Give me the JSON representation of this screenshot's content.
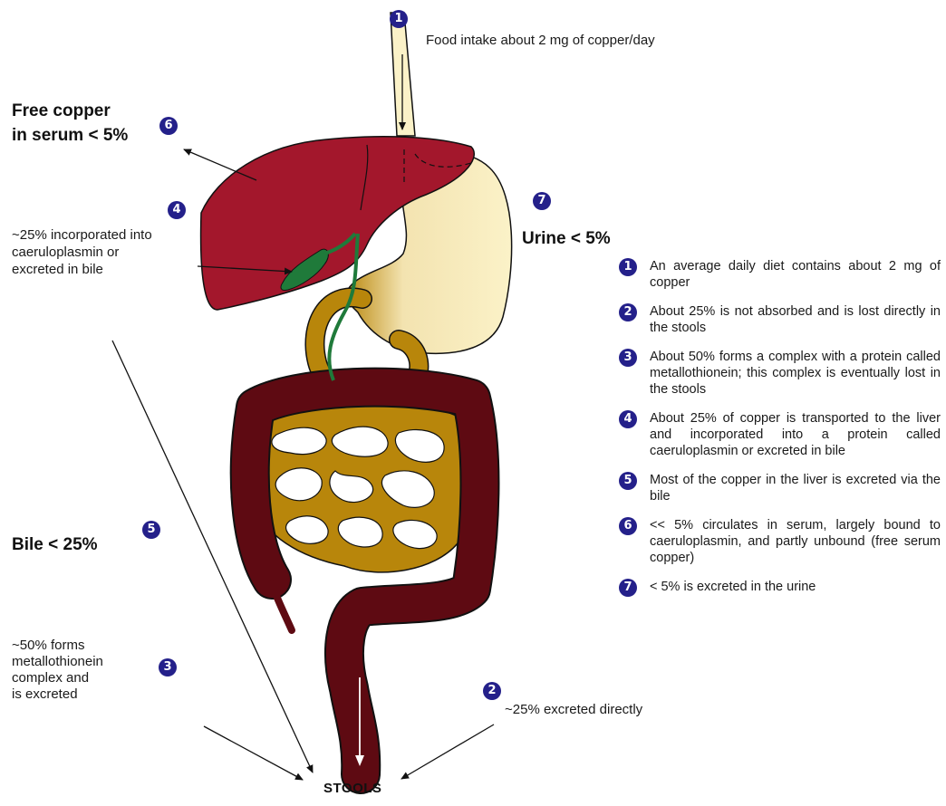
{
  "labels": {
    "food_intake": "Food intake about 2 mg of copper/day",
    "free_copper_line1": "Free copper",
    "free_copper_line2": "in serum < 5%",
    "caerulo_line1": "~25% incorporated into",
    "caerulo_line2": "caeruloplasmin or",
    "caerulo_line3": "excreted in bile",
    "urine": "Urine < 5%",
    "bile": "Bile < 25%",
    "metallo_line1": "~50% forms",
    "metallo_line2": "metallothionein",
    "metallo_line3": "complex and",
    "metallo_line4": "is excreted",
    "excreted_directly": "~25% excreted directly",
    "stools": "STOOLS"
  },
  "badges": {
    "food": "1",
    "free_copper": "6",
    "caerulo": "4",
    "urine": "7",
    "bile": "5",
    "metallo": "3",
    "direct": "2"
  },
  "legend": [
    {
      "num": "1",
      "text": "An average daily diet contains about 2 mg of copper"
    },
    {
      "num": "2",
      "text": "About 25% is not absorbed and is lost directly in the stools"
    },
    {
      "num": "3",
      "text": "About 50% forms a complex with a protein called metallothionein; this complex is eventually lost in the stools"
    },
    {
      "num": "4",
      "text": "About 25% of copper is transported to the liver and incorporated into a protein called caeruloplasmin or excreted in bile"
    },
    {
      "num": "5",
      "text": "Most of the copper in the liver is excreted via the bile"
    },
    {
      "num": "6",
      "text": "<< 5% circulates in serum, largely bound to caeruloplasmin, and partly unbound (free serum copper)"
    },
    {
      "num": "7",
      "text": "< 5% is excreted in the urine"
    }
  ],
  "colors": {
    "liver": "#a3172c",
    "stomach": "#fbf2c8",
    "colon": "#5e0a12",
    "small_intestine": "#b8860b",
    "gallbladder": "#1f7a3a",
    "badge": "#24208a"
  }
}
